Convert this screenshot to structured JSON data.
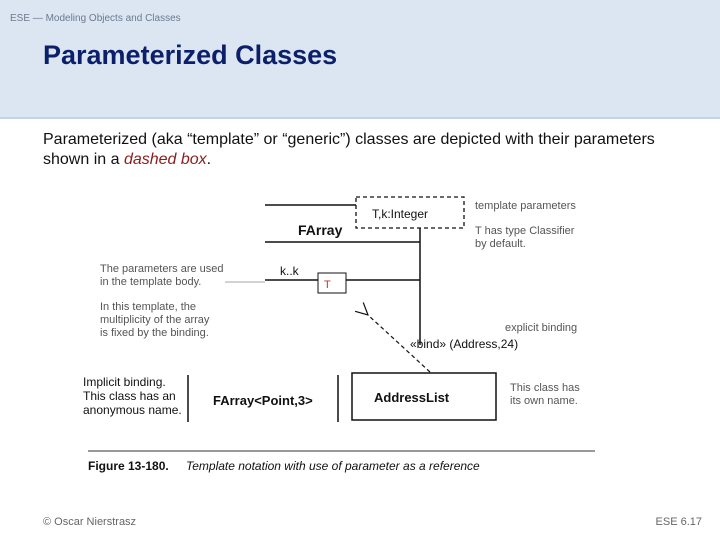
{
  "header": {
    "course": "ESE — Modeling Objects and Classes",
    "title": "Parameterized Classes"
  },
  "intro": {
    "before": "Parameterized (aka “template” or “generic”) classes are depicted with their parameters shown in a ",
    "emphasis": "dashed box",
    "after": "."
  },
  "diagram": {
    "template_params": "T,k:Integer",
    "farray_name": "FArray",
    "attr_multiplicity": "k..k",
    "attr_type": "T",
    "note_template_params": [
      "template parameters"
    ],
    "note_classifier": [
      "T has type Classifier",
      "by default."
    ],
    "note_params_used": [
      "The parameters are used",
      "in the template body."
    ],
    "note_multiplicity": [
      "In this template, the",
      "multiplicity of the array",
      "is fixed by the binding."
    ],
    "note_explicit": [
      "explicit binding"
    ],
    "bind_label": "«bind» (Address,24)",
    "note_implicit": [
      "Implicit binding.",
      "This class has an",
      "anonymous name."
    ],
    "implicit_class": "FArray<Point,3>",
    "address_class": "AddressList",
    "note_own_name": [
      "This class has",
      "its own name."
    ],
    "figure_label": "Figure 13-180.",
    "figure_caption": "Template notation with use of parameter as a reference"
  },
  "footer": {
    "author": "© Oscar Nierstrasz",
    "page": "ESE 6.17"
  }
}
